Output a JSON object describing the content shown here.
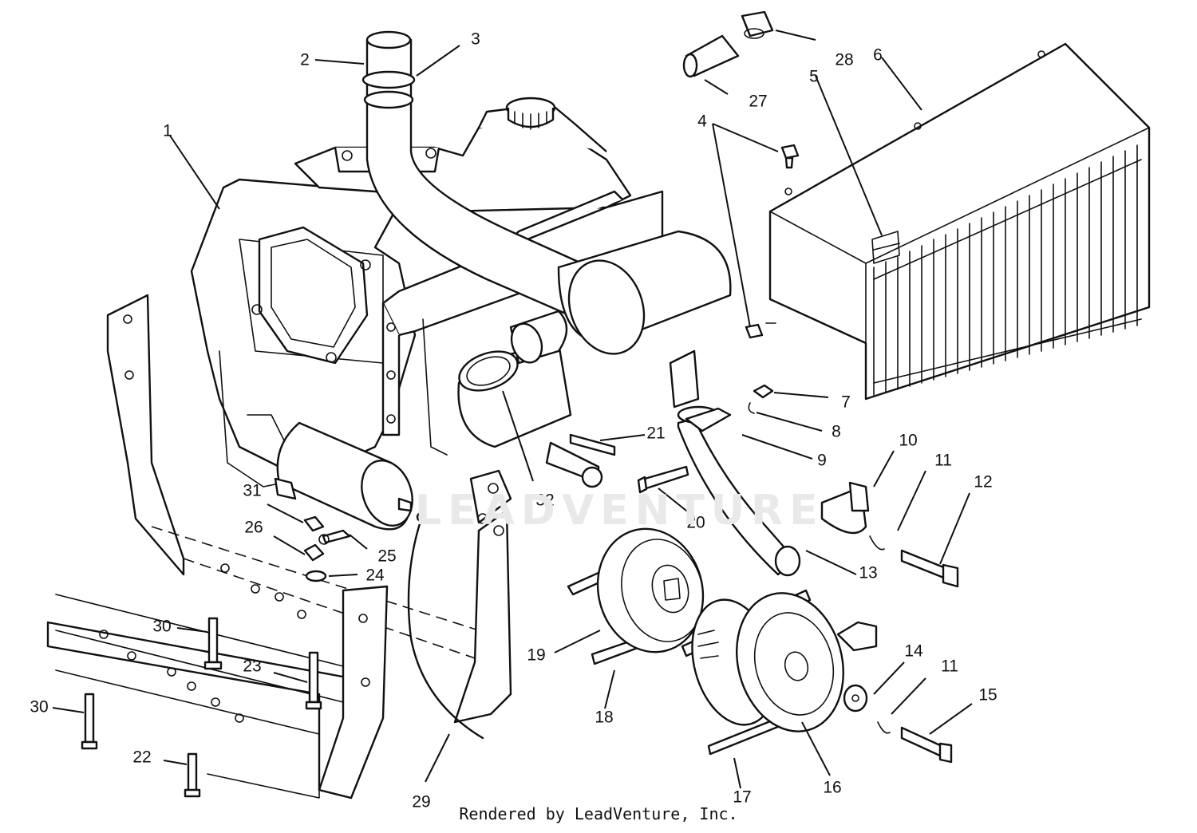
{
  "watermark": "LEADVENTURE",
  "footer": "Rendered by LeadVenture, Inc.",
  "callouts": [
    "1",
    "2",
    "3",
    "4",
    "5",
    "6",
    "7",
    "8",
    "9",
    "10",
    "11",
    "12",
    "13",
    "14",
    "11",
    "15",
    "16",
    "17",
    "18",
    "19",
    "20",
    "21",
    "22",
    "23",
    "24",
    "25",
    "26",
    "27",
    "28",
    "29",
    "30",
    "30",
    "31",
    "32"
  ]
}
